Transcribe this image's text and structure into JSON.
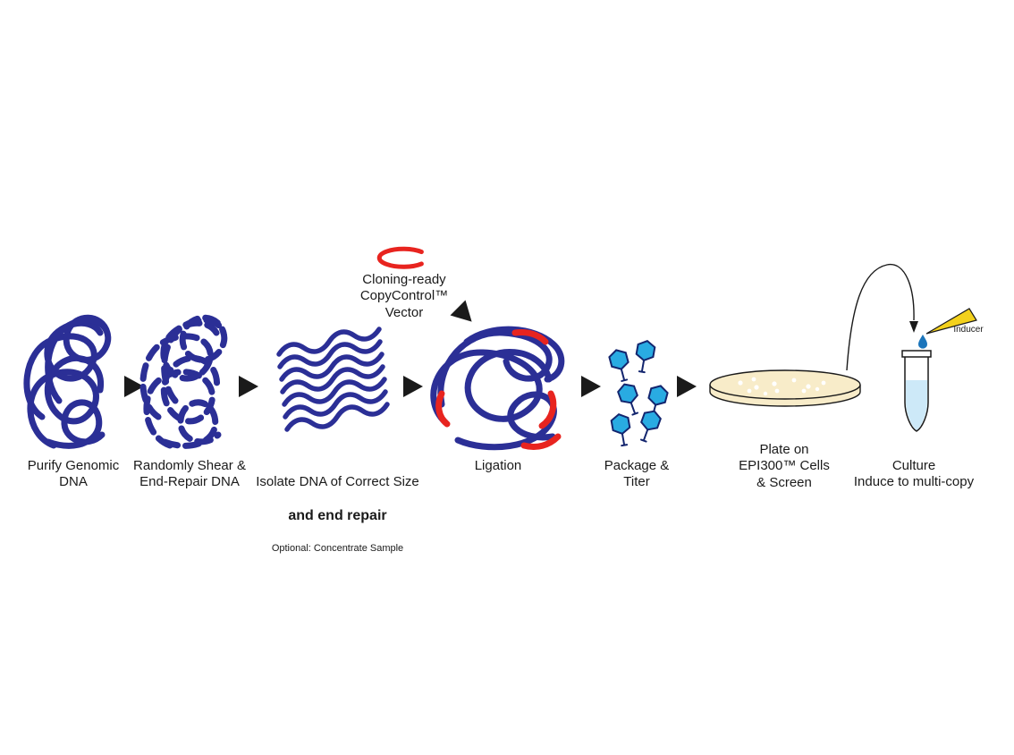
{
  "diagram": {
    "colors": {
      "dna_blue": "#2b2f96",
      "vector_red": "#e8241f",
      "phage_blue": "#29abe2",
      "phage_outline": "#13256e",
      "plate_fill": "#f8ecc9",
      "liquid_blue": "#cde9f8",
      "pipette_yellow": "#f3d11c",
      "arrow_black": "#1a1a1a",
      "droplet_blue": "#1b75bb",
      "text_color": "#1a1a1a"
    },
    "steps": {
      "step1": {
        "label": "Purify Genomic\nDNA"
      },
      "step2": {
        "label": "Randomly Shear &\nEnd-Repair DNA"
      },
      "step3": {
        "label_line1": "Isolate DNA of Correct Size",
        "label_line2": "and end repair",
        "label_line3": "Optional: Concentrate Sample"
      },
      "vector": {
        "label": "Cloning-ready\nCopyControl™\nVector"
      },
      "step4": {
        "label": "Ligation"
      },
      "step5": {
        "label": "Package &\nTiter"
      },
      "step6": {
        "label": "Plate on\nEPI300™ Cells\n& Screen"
      },
      "step7": {
        "label": "Culture\nInduce to multi-copy"
      },
      "inducer": {
        "label": "Inducer"
      }
    }
  }
}
